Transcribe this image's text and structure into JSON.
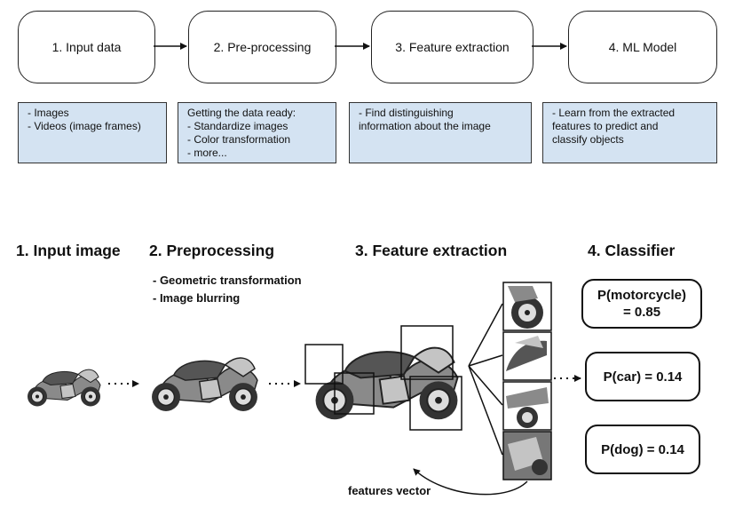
{
  "pipeline": {
    "stages": [
      "1. Input data",
      "2. Pre-processing",
      "3. Feature extraction",
      "4. ML Model"
    ],
    "notes": [
      [
        "- Images",
        "- Videos (image frames)"
      ],
      [
        "Getting the data ready:",
        "- Standardize images",
        "- Color transformation",
        "- more..."
      ],
      [
        "- Find distinguishing",
        "information about the image"
      ],
      [
        "- Learn from the extracted",
        "features to predict and",
        "classify objects"
      ]
    ]
  },
  "example": {
    "headings": [
      "1. Input image",
      "2. Preprocessing",
      "3. Feature extraction",
      "4. Classifier"
    ],
    "preprocessing_steps": [
      "- Geometric transformation",
      "- Image blurring"
    ],
    "classifier": {
      "motorcycle_line1": "P(motorcycle)",
      "motorcycle_line2": "= 0.85",
      "car": "P(car) = 0.14",
      "dog": "P(dog) = 0.14"
    },
    "features_vector_label": "features vector"
  },
  "colors": {
    "note_fill": "#d4e3f2",
    "stroke": "#222222",
    "bike_dark": "#555555",
    "bike_mid": "#8a8a8a",
    "bike_light": "#c4c4c4"
  },
  "icons": [
    "motorcycle-icon",
    "arrow-right-icon",
    "curved-arrow-icon"
  ]
}
